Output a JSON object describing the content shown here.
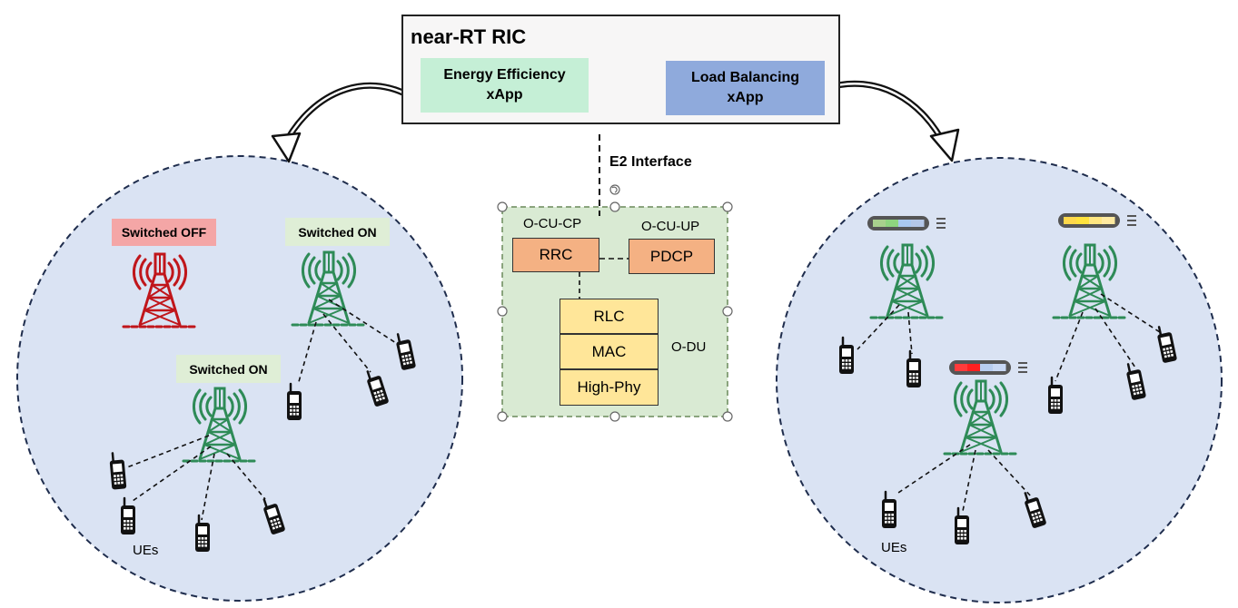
{
  "ric": {
    "title": "near-RT RIC",
    "xapps": [
      {
        "label_line1": "Energy Efficiency",
        "label_line2": "xApp",
        "color": "#c5efd6"
      },
      {
        "label_line1": "Load Balancing",
        "label_line2": "xApp",
        "color": "#8faadc"
      }
    ]
  },
  "interface": {
    "label": "E2 Interface"
  },
  "ran": {
    "o_cu_cp": "O-CU-CP",
    "o_cu_up": "O-CU-UP",
    "o_du": "O-DU",
    "blocks": {
      "rrc": "RRC",
      "pdcp": "PDCP",
      "rlc": "RLC",
      "mac": "MAC",
      "phy": "High-Phy"
    },
    "colors": {
      "cu_blocks": "#f4b183",
      "du_blocks": "#ffe699",
      "panel": "#d9ead3"
    }
  },
  "energy_cell": {
    "tags": {
      "off": "Switched OFF",
      "on_a": "Switched ON",
      "on_b": "Switched ON"
    },
    "ues_label": "UEs",
    "colors": {
      "off": "#c0161b",
      "on": "#2e8b57",
      "zone": "#dae3f3"
    }
  },
  "load_cell": {
    "ues_label": "UEs",
    "load_bars": [
      {
        "cell": "top-left",
        "segments": [
          "#a8d08d",
          "#8ed47f",
          "#a9c8ef",
          "#b4c7e7"
        ]
      },
      {
        "cell": "top-right",
        "segments": [
          "#ffd84a",
          "#ffe23d",
          "#ffe680",
          "#ffeaa0"
        ]
      },
      {
        "cell": "middle",
        "segments": [
          "#ff3b3b",
          "#ff2020",
          "#b7cdf0",
          "#c8d8f4"
        ]
      }
    ]
  }
}
